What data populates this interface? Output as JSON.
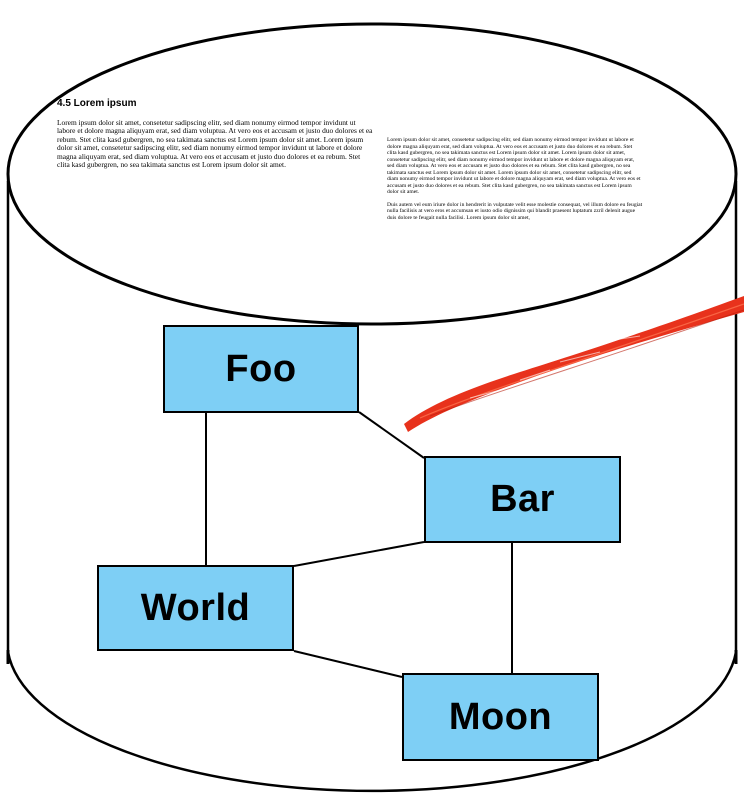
{
  "document": {
    "heading": "4.5 Lorem ipsum",
    "left_paragraph": "Lorem ipsum dolor sit amet, consetetur sadipscing elitr, sed diam nonumy eirmod tempor invidunt ut labore et dolore magna aliquyam erat, sed diam voluptua. At vero eos et accusam et justo duo dolores et ea rebum. Stet clita kasd gubergren, no sea takimata sanctus est Lorem ipsum dolor sit amet. Lorem ipsum dolor sit amet, consetetur sadipscing elitr, sed diam nonumy eirmod tempor invidunt ut labore et dolore magna aliquyam erat, sed diam voluptua. At vero eos et accusam et justo duo dolores et ea rebum. Stet clita kasd gubergren, no sea takimata sanctus est Lorem ipsum dolor sit amet.",
    "right_paragraph_1": "Lorem ipsum dolor sit amet, consetetur sadipscing elitr, sed diam nonumy eirmod tempor invidunt ut labore et dolore magna aliquyam erat, sed diam voluptua. At vero eos et accusam et justo duo dolores et ea rebum. Stet clita kasd gubergren, no sea takimata sanctus est Lorem ipsum dolor sit amet. Lorem ipsum dolor sit amet, consetetur sadipscing elitr, sed diam nonumy eirmod tempor invidunt ut labore et dolore magna aliquyam erat, sed diam voluptua. At vero eos et accusam et justo duo dolores et ea rebum. Stet clita kasd gubergren, no sea takimata sanctus est Lorem ipsum dolor sit amet. Lorem ipsum dolor sit amet, consetetur sadipscing elitr, sed diam nonumy eirmod tempor invidunt ut labore et dolore magna aliquyam erat, sed diam voluptua. At vero eos et accusam et justo duo dolores et ea rebum. Stet clita kasd gubergren, no sea takimata sanctus est Lorem ipsum dolor sit amet.",
    "right_paragraph_2": "Duis autem vel eum iriure dolor in hendrerit in vulputate velit esse molestie consequat, vel illum dolore eu feugiat nulla facilisis at vero eros et accumsan et iusto odio dignissim qui blandit praesent luptatum zzril delenit augue duis dolore te feugait nulla facilisi. Lorem ipsum dolor sit amet,"
  },
  "nodes": {
    "foo": "Foo",
    "bar": "Bar",
    "world": "World",
    "moon": "Moon"
  },
  "colors": {
    "node_fill": "#7ecff5",
    "stroke": "#000000",
    "brush_stroke": "#e8321c"
  }
}
